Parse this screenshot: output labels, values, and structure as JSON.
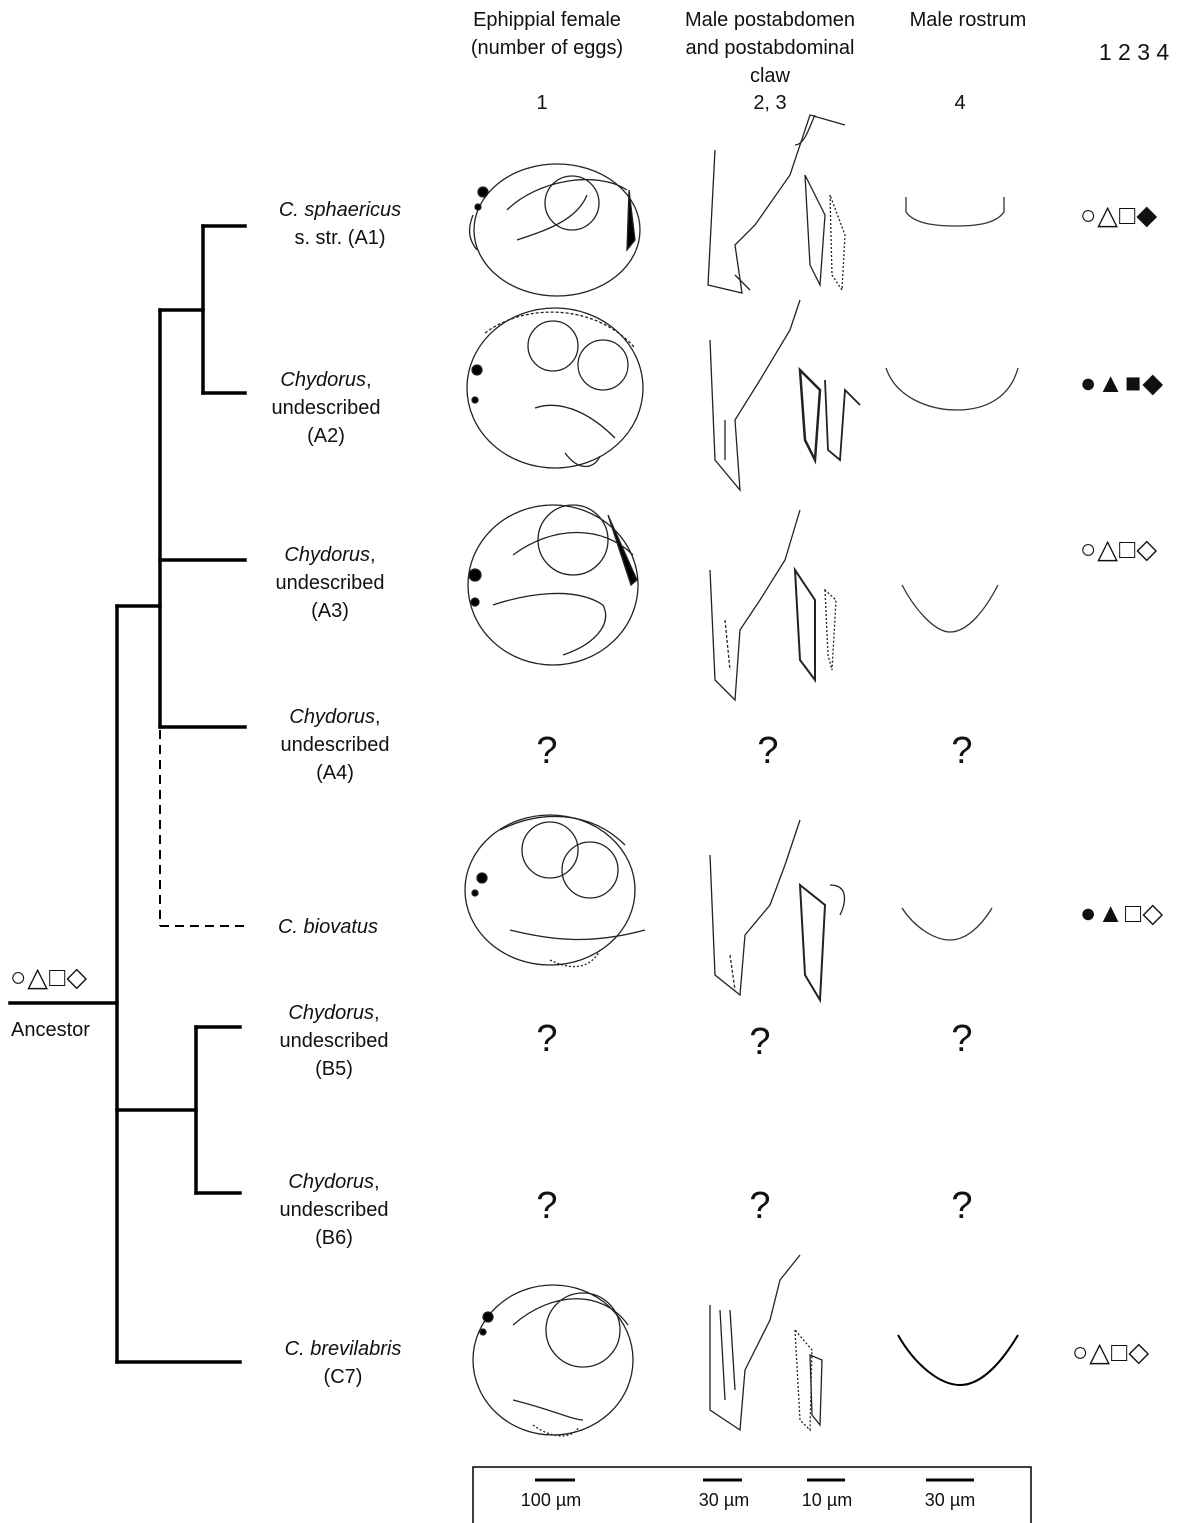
{
  "columns": {
    "ephippial_female": {
      "line1": "Ephippial female",
      "line2": "(number of eggs)",
      "number": "1"
    },
    "male_postabdomen": {
      "line1": "Male postabdomen",
      "line2": "and postabdominal",
      "line3": "claw",
      "number": "2, 3"
    },
    "male_rostrum": {
      "line1": "Male rostrum",
      "number": "4"
    },
    "state_numbers": "1 2 3 4"
  },
  "taxa": [
    {
      "italic": "C. sphaericus",
      "plain": "",
      "line2": "s. str. (A1)",
      "line3": "",
      "states": "○△□◆"
    },
    {
      "italic": "Chydorus",
      "plain": ",",
      "line2": "undescribed",
      "line3": "(A2)",
      "states": "●▲■◆"
    },
    {
      "italic": "Chydorus",
      "plain": ",",
      "line2": "undescribed",
      "line3": "(A3)",
      "states": "○△□◇"
    },
    {
      "italic": "Chydorus",
      "plain": ",",
      "line2": "undescribed",
      "line3": "(A4)",
      "states": ""
    },
    {
      "italic": "C. biovatus",
      "plain": "",
      "line2": "",
      "line3": "",
      "states": "●▲□◇"
    },
    {
      "italic": "Chydorus",
      "plain": ",",
      "line2": "undescribed",
      "line3": "(B5)",
      "states": ""
    },
    {
      "italic": "Chydorus",
      "plain": ",",
      "line2": "undescribed",
      "line3": "(B6)",
      "states": ""
    },
    {
      "italic": "C. brevilabris",
      "plain": "",
      "line2": "(C7)",
      "line3": "",
      "states": "○△□◇"
    }
  ],
  "ancestor": {
    "label": "Ancestor",
    "states": "○△□◇"
  },
  "unknown_mark": "?",
  "scale_bars": [
    "100 µm",
    "30 µm",
    "10 µm",
    "30 µm"
  ]
}
